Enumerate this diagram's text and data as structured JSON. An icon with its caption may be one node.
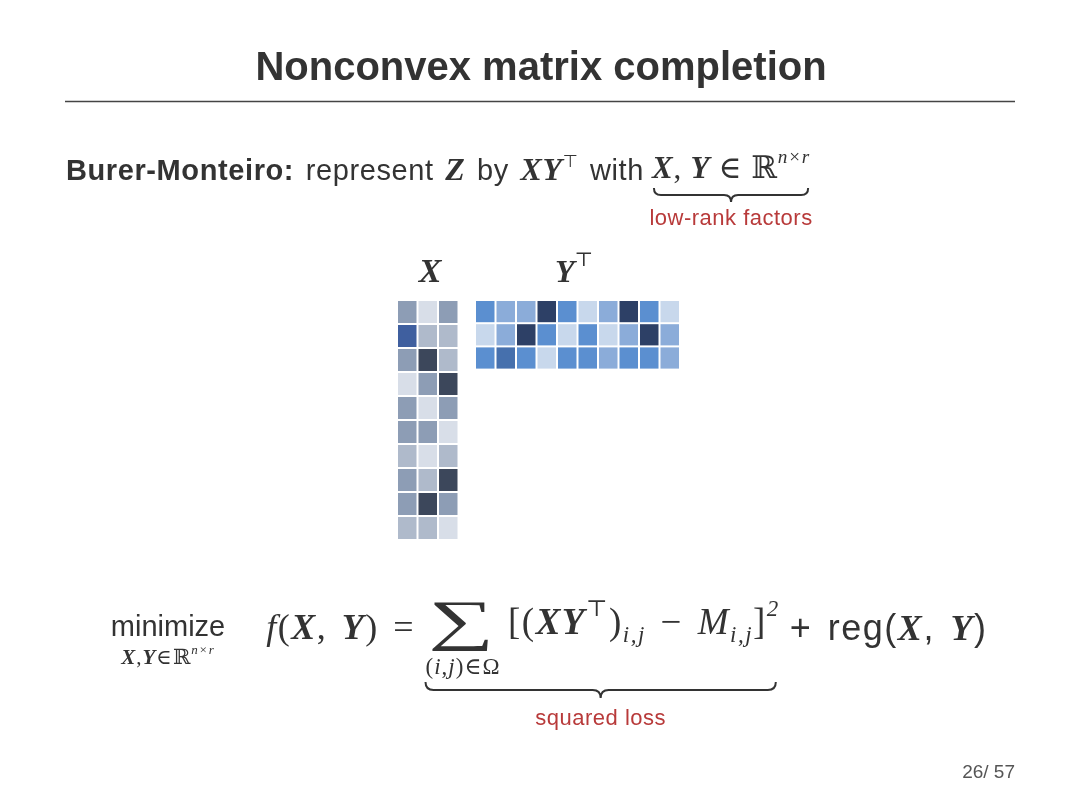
{
  "diagram": {
    "title": "Nonconvex matrix completion",
    "labels": [
      "**Burer-Monteiro:** represent *Z* by *XY*$^{⊤}$ with",
      "**X**, **Y** ∈ ℝ$^{n×r}$",
      "low-rank factors",
      "X",
      "**Y**$^{⊤}$",
      "minimize",
      "**X**,**Y**∈ℝ$^{n×r}$",
      "*f*(**X**, **Y**) =",
      "∑",
      "(*i*,*j*)∈Ω",
      "[(**XY**$^{⊤}$)$_{i,j}$ − *M*$_{i,j}$]$^{2}$",
      "+ reg(**X**, **Y**)",
      "squared loss",
      "26/ 57"
    ]
  }
}
